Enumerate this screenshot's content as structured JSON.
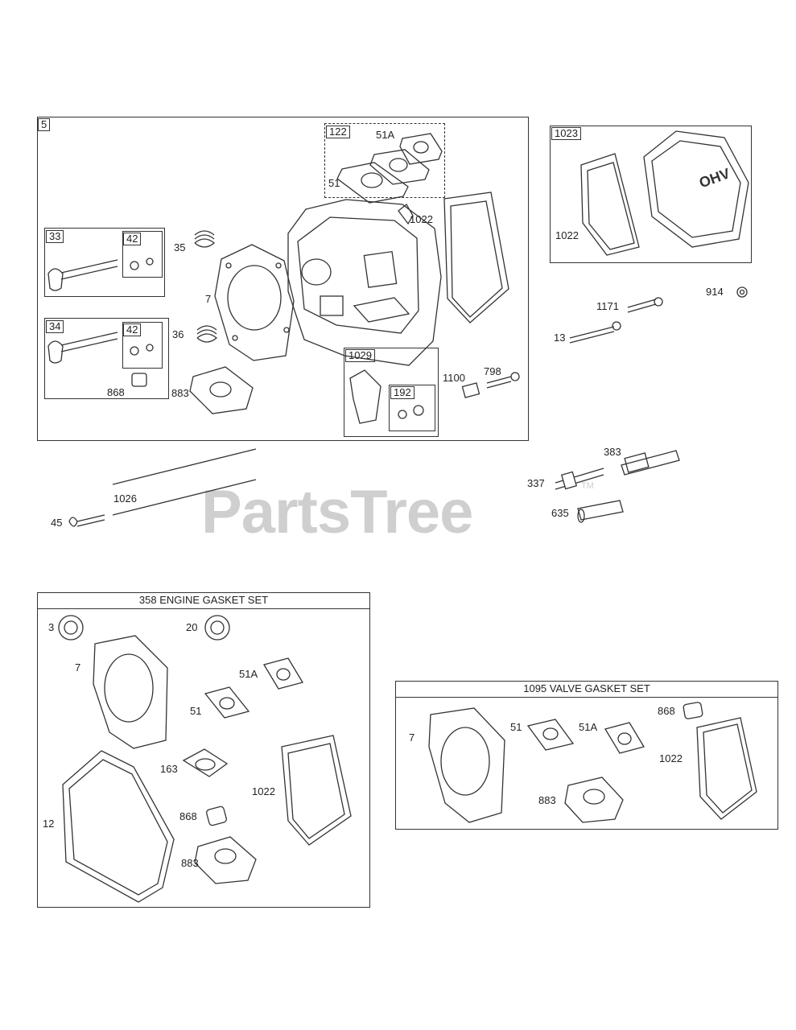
{
  "watermark": {
    "brand": "PartsTree",
    "tm": "TM"
  },
  "main_box": {
    "id": "5"
  },
  "sub_boxes": {
    "b122": "122",
    "b33": "33",
    "b42a": "42",
    "b34": "34",
    "b42b": "42",
    "b1029": "1029",
    "b192": "192",
    "b1023": "1023"
  },
  "sets": {
    "engine_gasket_title": "358 ENGINE GASKET SET",
    "valve_gasket_title": "1095 VALVE GASKET SET"
  },
  "labels": {
    "l51A_top": "51A",
    "l51_top": "51",
    "l1022_top": "1022",
    "l35": "35",
    "l7_top": "7",
    "l36": "36",
    "l883_top": "883",
    "l868_top": "868",
    "l1100": "1100",
    "l798": "798",
    "l1022_cover": "1022",
    "l914": "914",
    "l1171": "1171",
    "l13": "13",
    "l383": "383",
    "l337": "337",
    "l635": "635",
    "l1026": "1026",
    "l45": "45",
    "e3": "3",
    "e20": "20",
    "e7": "7",
    "e51A": "51A",
    "e51": "51",
    "e163": "163",
    "e1022": "1022",
    "e868": "868",
    "e12": "12",
    "e883": "883",
    "v7": "7",
    "v51": "51",
    "v51A": "51A",
    "v868": "868",
    "v1022": "1022",
    "v883": "883"
  },
  "cover_text": "OHV"
}
